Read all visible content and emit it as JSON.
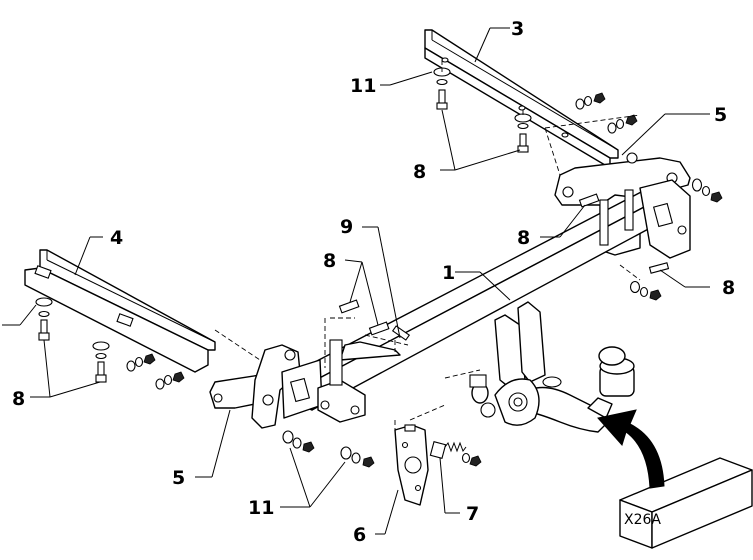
{
  "labels": {
    "l1": "1",
    "l3": "3",
    "l4": "4",
    "l5a": "5",
    "l5b": "5",
    "l6": "6",
    "l7": "7",
    "l8a": "8",
    "l8b": "8",
    "l8c": "8",
    "l8d": "8",
    "l8e": "8",
    "l9": "9",
    "l11a": "11",
    "l11b": "11"
  },
  "electric_kit": {
    "label": "X26A"
  }
}
